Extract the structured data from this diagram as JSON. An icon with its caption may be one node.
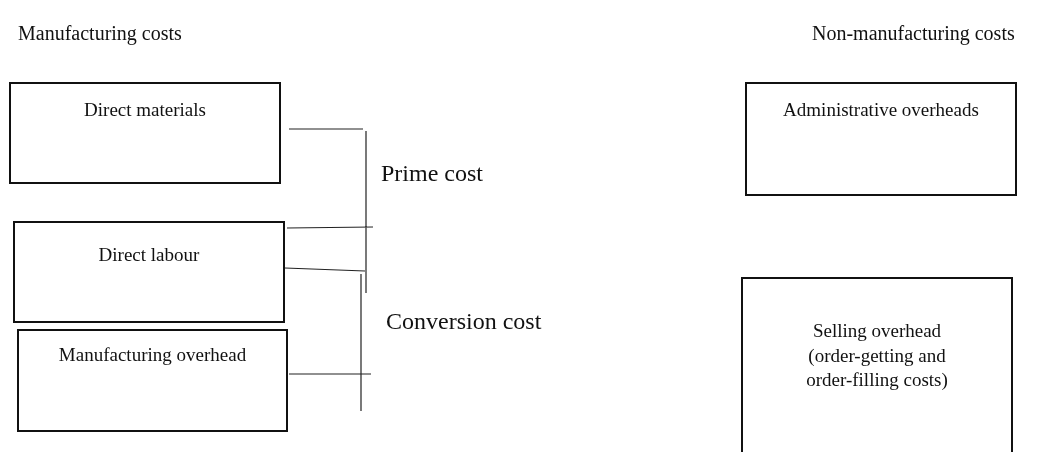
{
  "diagram": {
    "nodes": [
      {
        "text": [
          "Direct materials"
        ]
      },
      {
        "text": [
          "Direct labour"
        ]
      },
      {
        "text": [
          "Manufacturing overhead"
        ]
      },
      {
        "text": [
          "Administrative overheads"
        ]
      },
      {
        "text": [
          "Selling overhead (order-getting and order-filling costs)"
        ]
      }
    ],
    "labels": [
      "Manufacturing costs",
      "Non-manufacturing costs",
      "Prime cost",
      "Conversion cost"
    ]
  }
}
